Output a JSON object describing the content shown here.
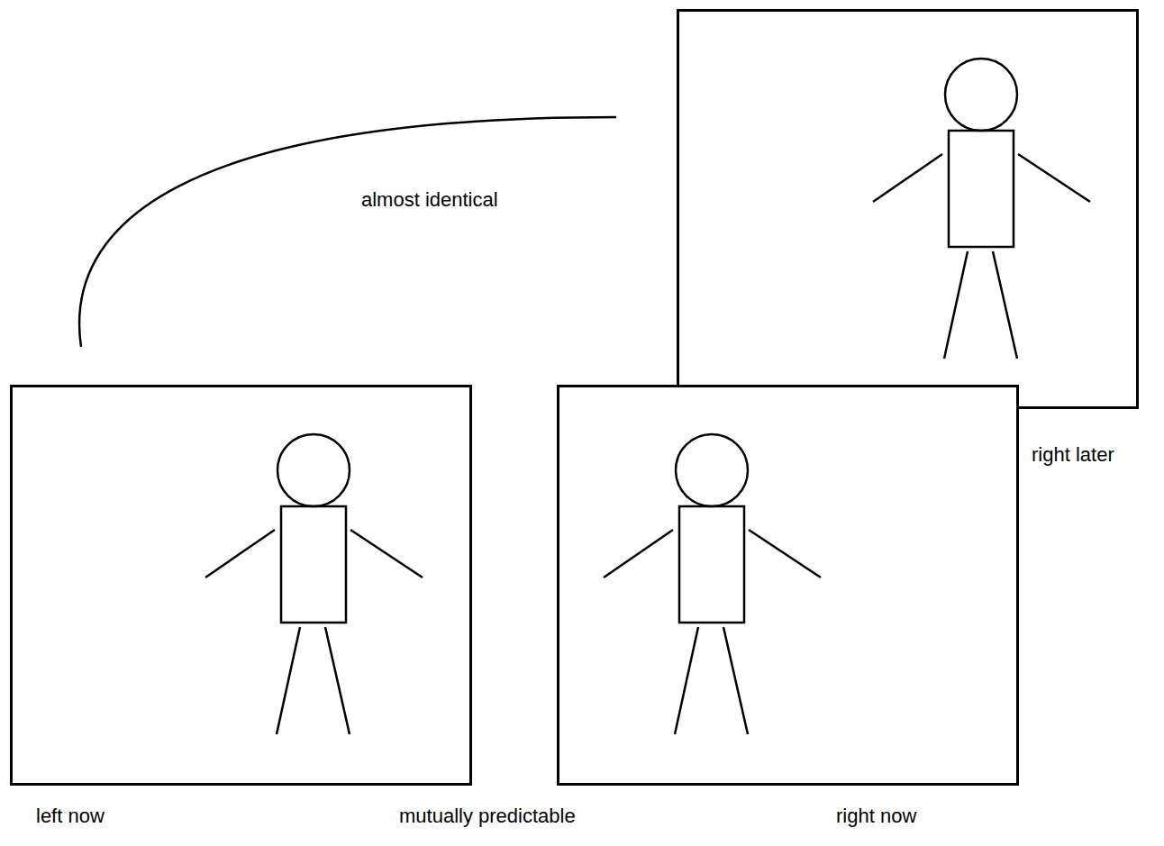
{
  "diagram": {
    "nodes": [
      {
        "text": [
          "left now"
        ]
      },
      {
        "text": [
          "right later"
        ]
      },
      {
        "text": [
          "right now"
        ]
      }
    ],
    "edges": [
      {
        "from": 0,
        "to": 1,
        "label": "almost identical",
        "arrow": "none"
      }
    ],
    "labels": [
      "mutually predictable"
    ]
  }
}
